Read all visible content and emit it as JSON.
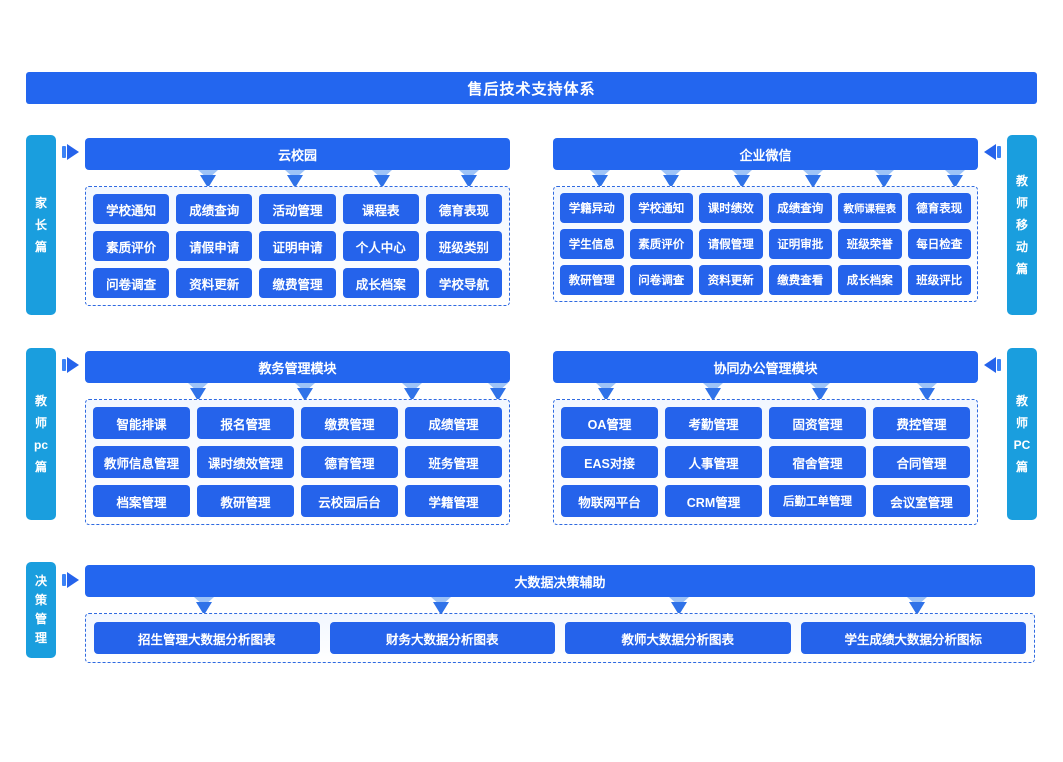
{
  "header": {
    "title": "售后技术支持体系"
  },
  "sections": [
    {
      "key": "parent",
      "side_label": "家长篇",
      "side_chars": [
        "家",
        "长",
        "篇"
      ],
      "arrow": "right",
      "head": "云校园",
      "columns": 5,
      "cells": [
        "学校通知",
        "成绩查询",
        "活动管理",
        "课程表",
        "德育表现",
        "素质评价",
        "请假申请",
        "证明申请",
        "个人中心",
        "班级类别",
        "问卷调查",
        "资料更新",
        "缴费管理",
        "成长档案",
        "学校导航"
      ]
    },
    {
      "key": "teacher-mobile",
      "side_label": "教师移动篇",
      "side_chars": [
        "教",
        "师",
        "移",
        "动",
        "篇"
      ],
      "arrow": "left",
      "head": "企业微信",
      "columns": 6,
      "cells": [
        "学籍异动",
        "学校通知",
        "课时绩效",
        "成绩查询",
        "教师课程表",
        "德育表现",
        "学生信息",
        "素质评价",
        "请假管理",
        "证明审批",
        "班级荣誉",
        "每日检查",
        "教研管理",
        "问卷调查",
        "资料更新",
        "缴费查看",
        "成长档案",
        "班级评比"
      ]
    },
    {
      "key": "teacher-pc-academic",
      "side_label": "教师pc篇",
      "side_chars": [
        "教",
        "师",
        "pc",
        "篇"
      ],
      "arrow": "right",
      "head": "教务管理模块",
      "columns": 4,
      "cells": [
        "智能排课",
        "报名管理",
        "缴费管理",
        "成绩管理",
        "教师信息管理",
        "课时绩效管理",
        "德育管理",
        "班务管理",
        "档案管理",
        "教研管理",
        "云校园后台",
        "学籍管理"
      ]
    },
    {
      "key": "teacher-pc-office",
      "side_label": "教师PC篇",
      "side_chars": [
        "教",
        "师",
        "PC",
        "篇"
      ],
      "arrow": "left",
      "head": "协同办公管理模块",
      "columns": 4,
      "cells": [
        "OA管理",
        "考勤管理",
        "固资管理",
        "费控管理",
        "EAS对接",
        "人事管理",
        "宿舍管理",
        "合同管理",
        "物联网平台",
        "CRM管理",
        "后勤工单管理",
        "会议室管理"
      ]
    },
    {
      "key": "decision",
      "side_label": "决策管理",
      "side_chars": [
        "决",
        "策",
        "管",
        "理"
      ],
      "arrow": "right",
      "head": "大数据决策辅助",
      "columns": 4,
      "cells": [
        "招生管理大数据分析图表",
        "财务大数据分析图表",
        "教师大数据分析图表",
        "学生成绩大数据分析图标"
      ]
    }
  ],
  "colors": {
    "title_bar": "#2366ef",
    "module_head": "#2366ef",
    "cell": "#2563eb",
    "side_tab": "#1a9ede",
    "dashed_border": "#2f6ae0",
    "arrow_light": "#9dc3f7",
    "arrow_dark": "#2f72e8",
    "page_bg": "#ffffff"
  }
}
